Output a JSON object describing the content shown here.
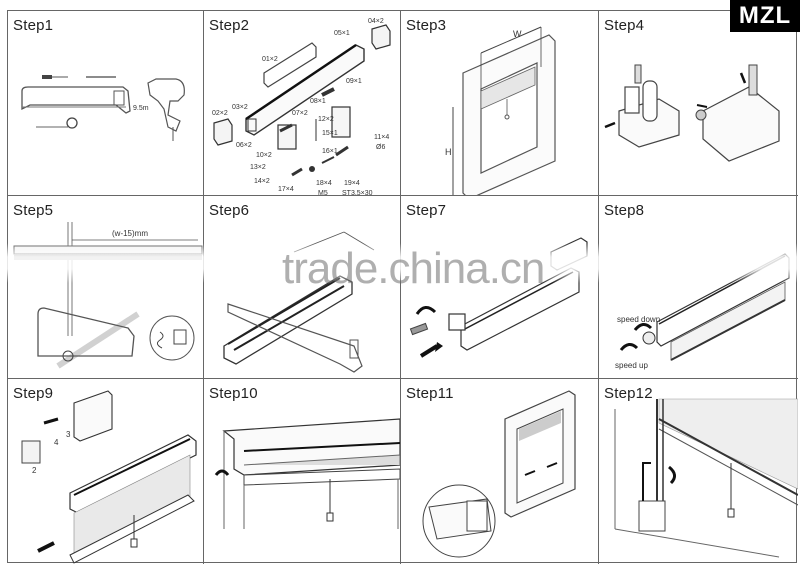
{
  "brand": {
    "badge": "MZL",
    "badge_bg": "#000000",
    "badge_fg": "#ffffff"
  },
  "watermark": {
    "text": "trade.china.cn"
  },
  "steps": [
    {
      "label": "Step1",
      "content": "Tools: screwdriver, drill bit, hacksaw, tape measure, electric drill",
      "note": "9.5m"
    },
    {
      "label": "Step2",
      "content": "Exploded parts diagram",
      "parts": [
        {
          "id": "01",
          "qty": "×2"
        },
        {
          "id": "02",
          "qty": "×2"
        },
        {
          "id": "03",
          "qty": "×2"
        },
        {
          "id": "04",
          "qty": "×2"
        },
        {
          "id": "05",
          "qty": "×1"
        },
        {
          "id": "06",
          "qty": "×2"
        },
        {
          "id": "07",
          "qty": "×2"
        },
        {
          "id": "08",
          "qty": "×1"
        },
        {
          "id": "09",
          "qty": "×1"
        },
        {
          "id": "10",
          "qty": "×2"
        },
        {
          "id": "11",
          "qty": "×4",
          "spec": "Ø6"
        },
        {
          "id": "12",
          "qty": "×2"
        },
        {
          "id": "13",
          "qty": "×2"
        },
        {
          "id": "14",
          "qty": "×2"
        },
        {
          "id": "15",
          "qty": "×1"
        },
        {
          "id": "16",
          "qty": "×1"
        },
        {
          "id": "17",
          "qty": "×4"
        },
        {
          "id": "18",
          "qty": "×4",
          "spec": "M5"
        },
        {
          "id": "19",
          "qty": "×4",
          "spec": "ST3.5×30"
        }
      ]
    },
    {
      "label": "Step3",
      "content": "Measure window width W and height H",
      "w_label": "W",
      "h_label": "H"
    },
    {
      "label": "Step4",
      "content": "Attach end brackets with screws"
    },
    {
      "label": "Step5",
      "content": "Cut profile to length",
      "dimension": "(w-15)mm"
    },
    {
      "label": "Step6",
      "content": "Cut guide rails with hacksaw"
    },
    {
      "label": "Step7",
      "content": "Insert end cap screws into rail"
    },
    {
      "label": "Step8",
      "content": "Adjust spring tension",
      "speed_down": "speed down",
      "speed_up": "speed up"
    },
    {
      "label": "Step9",
      "content": "Assemble cassette with end caps",
      "callouts": [
        "2",
        "3",
        "4"
      ]
    },
    {
      "label": "Step10",
      "content": "Clip cassette into frame"
    },
    {
      "label": "Step11",
      "content": "Mount screen in window frame"
    },
    {
      "label": "Step12",
      "content": "Fix guide rail bottom bracket"
    }
  ]
}
